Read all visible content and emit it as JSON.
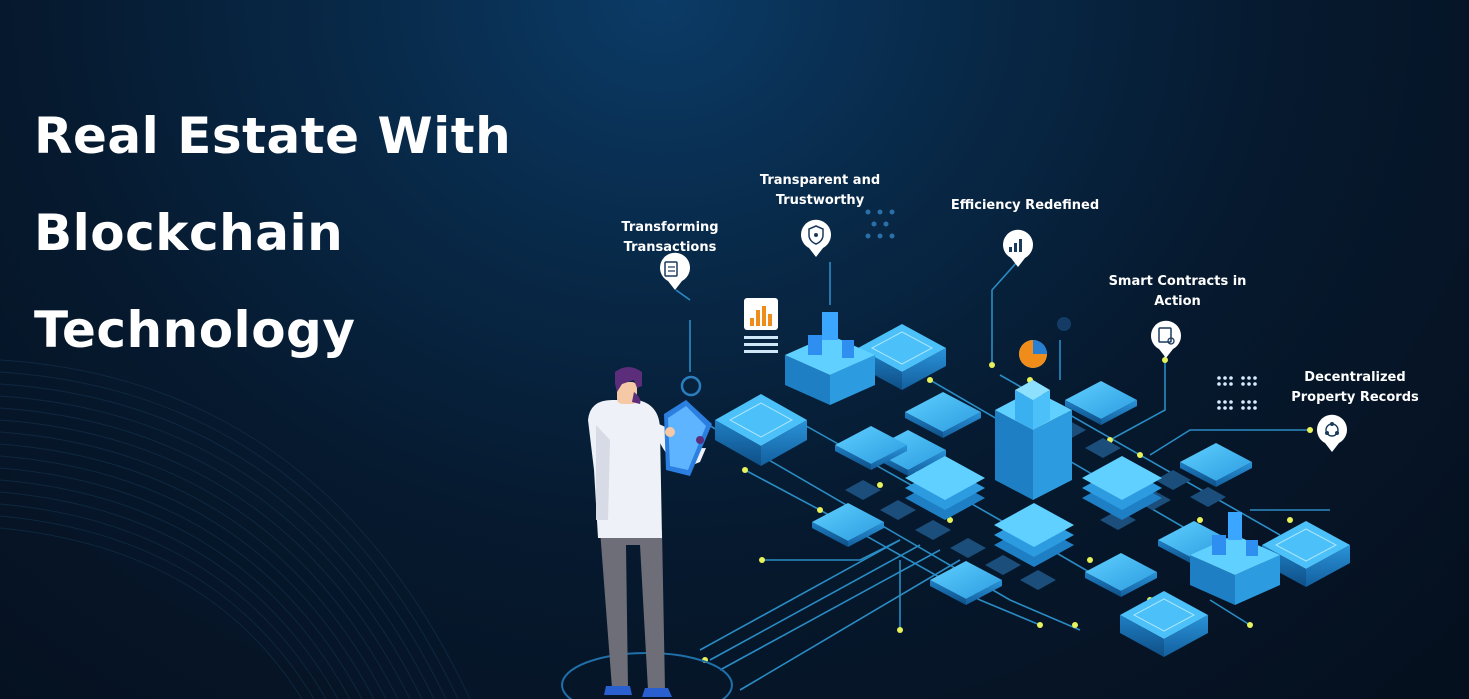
{
  "title": {
    "line1": "Real Estate With",
    "line2": "Blockchain",
    "line3": "Technology"
  },
  "features": [
    {
      "line1": "Transforming",
      "line2": "Transactions",
      "icon": "contract-icon"
    },
    {
      "line1": "Transparent and",
      "line2": "Trustworthy",
      "icon": "shield-lock-icon"
    },
    {
      "line1": "Efficiency Redefined",
      "line2": "",
      "icon": "growth-chart-icon"
    },
    {
      "line1": "Smart Contracts in",
      "line2": "Action",
      "icon": "document-settings-icon"
    },
    {
      "line1": "Decentralized",
      "line2": "Property Records",
      "icon": "network-nodes-icon"
    }
  ],
  "colors": {
    "accent_blue": "#3fb6f5",
    "circuit_line": "#2a8cc4",
    "node_yellow": "#e8f25a",
    "chart_orange": "#f08c1a"
  }
}
